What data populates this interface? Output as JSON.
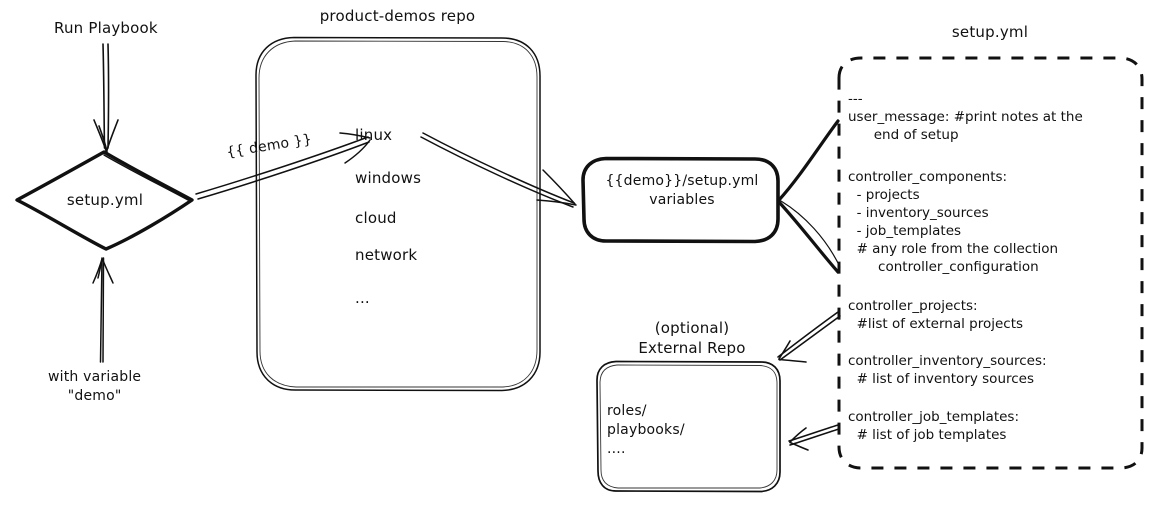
{
  "diagram": {
    "title": "product-demos setup.yml flow",
    "stroke_color": "#111111",
    "background_color": "#ffffff"
  },
  "entry": {
    "run_label": "Run Playbook",
    "variable_label": "with variable\n\"demo\"",
    "node_label": "setup.yml"
  },
  "repo": {
    "title": "product-demos repo",
    "items": [
      "linux",
      "windows",
      "cloud",
      "network",
      "..."
    ]
  },
  "edges": {
    "demo_template": "{{ demo }}"
  },
  "vars_box": {
    "label": "{{demo}}/setup.yml\nvariables"
  },
  "setup_panel": {
    "title": "setup.yml",
    "blocks": [
      "---\nuser_message: #print notes at the\n      end of setup",
      "controller_components:\n  - projects\n  - inventory_sources\n  - job_templates\n  # any role from the collection\n       controller_configuration",
      "controller_projects:\n  #list of external projects",
      "controller_inventory_sources:\n  # list of inventory sources",
      "controller_job_templates:\n  # list of job templates"
    ]
  },
  "external_repo": {
    "title": "(optional)\nExternal Repo",
    "contents": "roles/\nplaybooks/\n...."
  }
}
